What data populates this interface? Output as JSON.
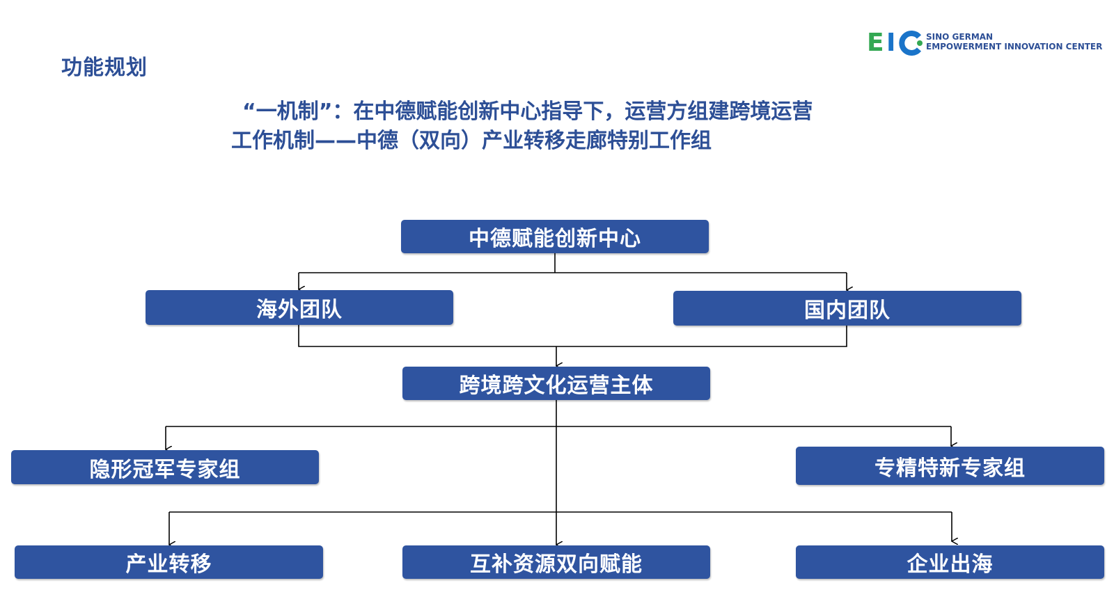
{
  "page": {
    "title": "功能规划",
    "headline_line1": "“一机制”：在中德赋能创新中心指导下，运营方组建跨境运营",
    "headline_line2": "工作机制——中德（双向）产业转移走廊特别工作组"
  },
  "logo": {
    "mark_e": "E",
    "mark_i": "I",
    "line1": "SINO GERMAN",
    "line2": "EMPOWERMENT INNOVATION CENTER",
    "colors": {
      "e": "#34a853",
      "i": "#1a74c9",
      "c": "#1a74c9",
      "dot": "#34a853",
      "text": "#2d4f96"
    }
  },
  "diagram": {
    "node_color": "#2f54a0",
    "nodes": {
      "center": "中德赋能创新中心",
      "overseas": "海外团队",
      "domestic": "国内团队",
      "entity": "跨境跨文化运营主体",
      "hidden_champion": "隐形冠军专家组",
      "specialized": "专精特新专家组",
      "industry_transfer": "产业转移",
      "mutual_empower": "互补资源双向赋能",
      "going_global": "企业出海"
    }
  }
}
